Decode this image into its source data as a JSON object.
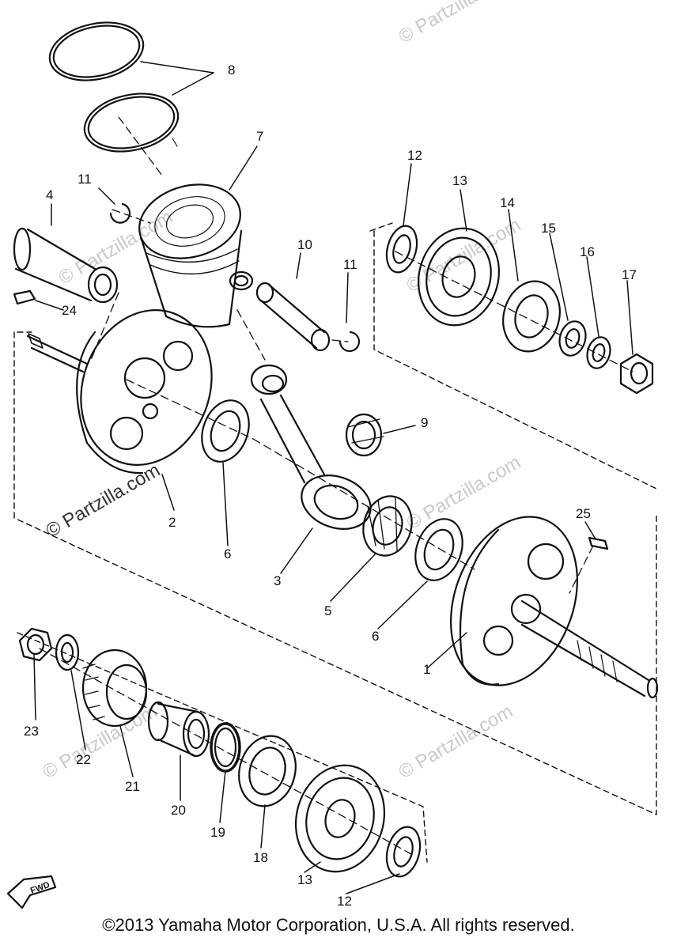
{
  "parts": {
    "p1": "1",
    "p2": "2",
    "p3": "3",
    "p4": "4",
    "p5": "5",
    "p6a": "6",
    "p6b": "6",
    "p7": "7",
    "p8": "8",
    "p9": "9",
    "p10": "10",
    "p11a": "11",
    "p11b": "11",
    "p12a": "12",
    "p12b": "12",
    "p13a": "13",
    "p13b": "13",
    "p14": "14",
    "p15": "15",
    "p16": "16",
    "p17": "17",
    "p18": "18",
    "p19": "19",
    "p20": "20",
    "p21": "21",
    "p22": "22",
    "p23": "23",
    "p24": "24",
    "p25": "25"
  },
  "watermark": "© Partzilla.com",
  "fwd_mark": "FWD",
  "footer": "©2013 Yamaha Motor Corporation, U.S.A. All rights reserved."
}
